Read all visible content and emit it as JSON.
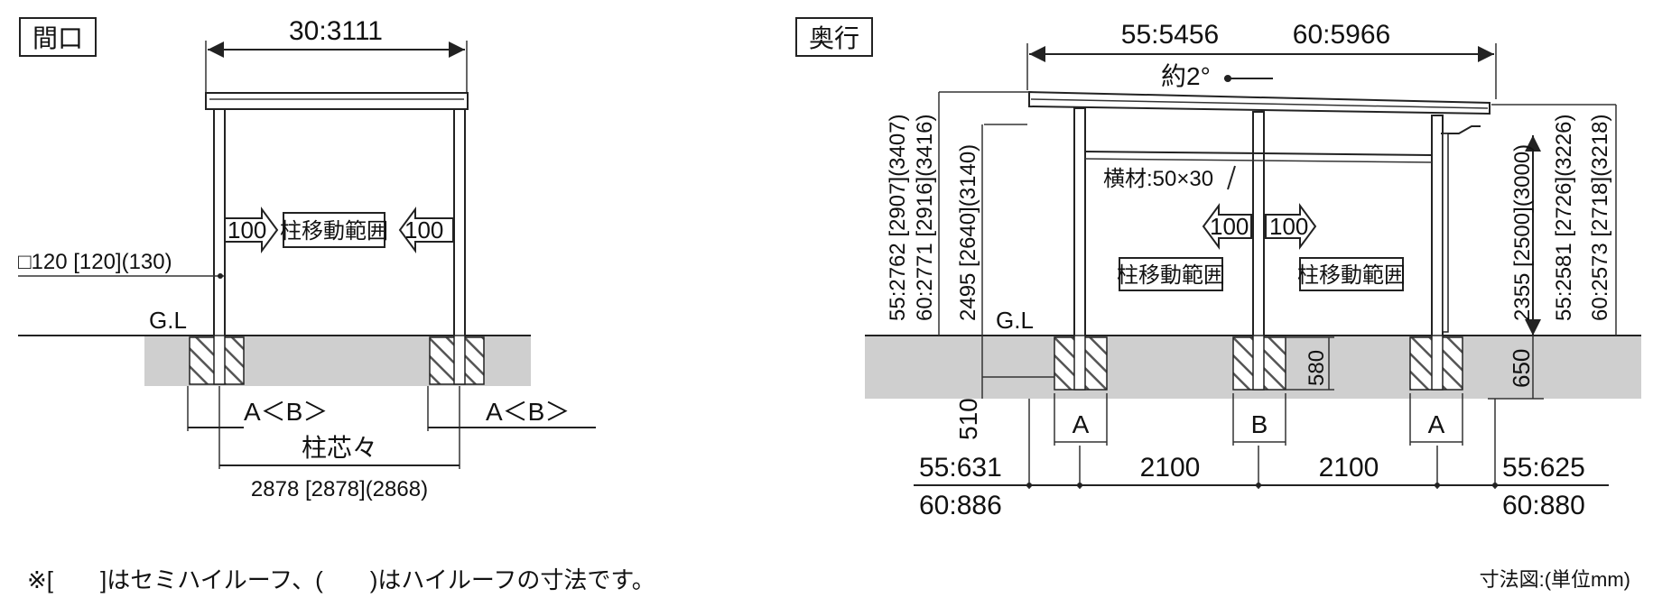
{
  "left": {
    "section_label": "間口",
    "width_dim": "30:3111",
    "post_size": "□120 [120](130)",
    "gl": "G.L",
    "arrow_left": "100",
    "range_label": "柱移動範囲",
    "arrow_right": "100",
    "ab_left": "A＜B＞",
    "ab_right": "A＜B＞",
    "center_label": "柱芯々",
    "center_dim": "2878 [2878](2868)"
  },
  "right": {
    "section_label": "奥行",
    "depth_dim_55": "55:5456",
    "depth_dim_60": "60:5966",
    "slope": "約2°",
    "height_outer_55": "55:2762 [2907](3407)",
    "height_outer_60": "60:2771 [2916](3416)",
    "height_inner": "2495 [2640](3140)",
    "gl": "G.L",
    "depth_510": "510",
    "crossbar": "横材:50×30",
    "arrow_left": "100",
    "arrow_right": "100",
    "range_label_left": "柱移動範囲",
    "range_label_right": "柱移動範囲",
    "embed_580": "580",
    "embed_650": "650",
    "right_h_inner": "2355 [2500](3000)",
    "right_h_55": "55:2581 [2726](3226)",
    "right_h_60": "60:2573 [2718](3218)",
    "foot_a1": "A",
    "foot_b": "B",
    "foot_a2": "A",
    "left_over_55": "55:631",
    "left_over_60": "60:886",
    "span1": "2100",
    "span2": "2100",
    "right_over_55": "55:625",
    "right_over_60": "60:880"
  },
  "footer": {
    "note": "※[　　]はセミハイルーフ、(　　)はハイルーフの寸法です。",
    "unit": "寸法図:(単位mm)"
  }
}
